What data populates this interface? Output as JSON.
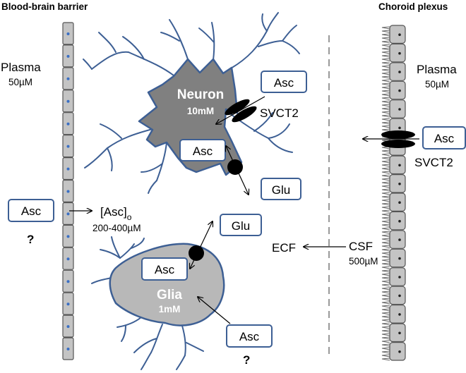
{
  "left_section": {
    "title": "Blood-brain barrier",
    "plasma_label": "Plasma",
    "plasma_conc": "50µM",
    "asc_box": "Asc",
    "question": "?",
    "extracellular_label": "[Asc]",
    "extracellular_sub": "o",
    "extracellular_range": "200-400µM"
  },
  "neuron": {
    "label": "Neuron",
    "conc": "10mM",
    "asc_outside": "Asc",
    "transporter": "SVCT2",
    "asc_inside": "Asc",
    "glu": "Glu"
  },
  "glia": {
    "label": "Glia",
    "conc": "1mM",
    "glu": "Glu",
    "asc_inside": "Asc",
    "asc_outside": "Asc",
    "question": "?"
  },
  "ecf": {
    "label": "ECF"
  },
  "csf": {
    "label": "CSF",
    "conc": "500µM"
  },
  "right_section": {
    "title": "Choroid plexus",
    "plasma_label": "Plasma",
    "plasma_conc": "50µM",
    "asc_box": "Asc",
    "transporter": "SVCT2"
  },
  "colors": {
    "neuron_fill": "#808080",
    "glia_fill": "#b8b8b8",
    "dendrite": "#3d5f94",
    "box_border": "#3d5f94",
    "cell_fill": "#c4c4c4",
    "nucleus": "#3a6fc4",
    "transporter": "#000000"
  }
}
